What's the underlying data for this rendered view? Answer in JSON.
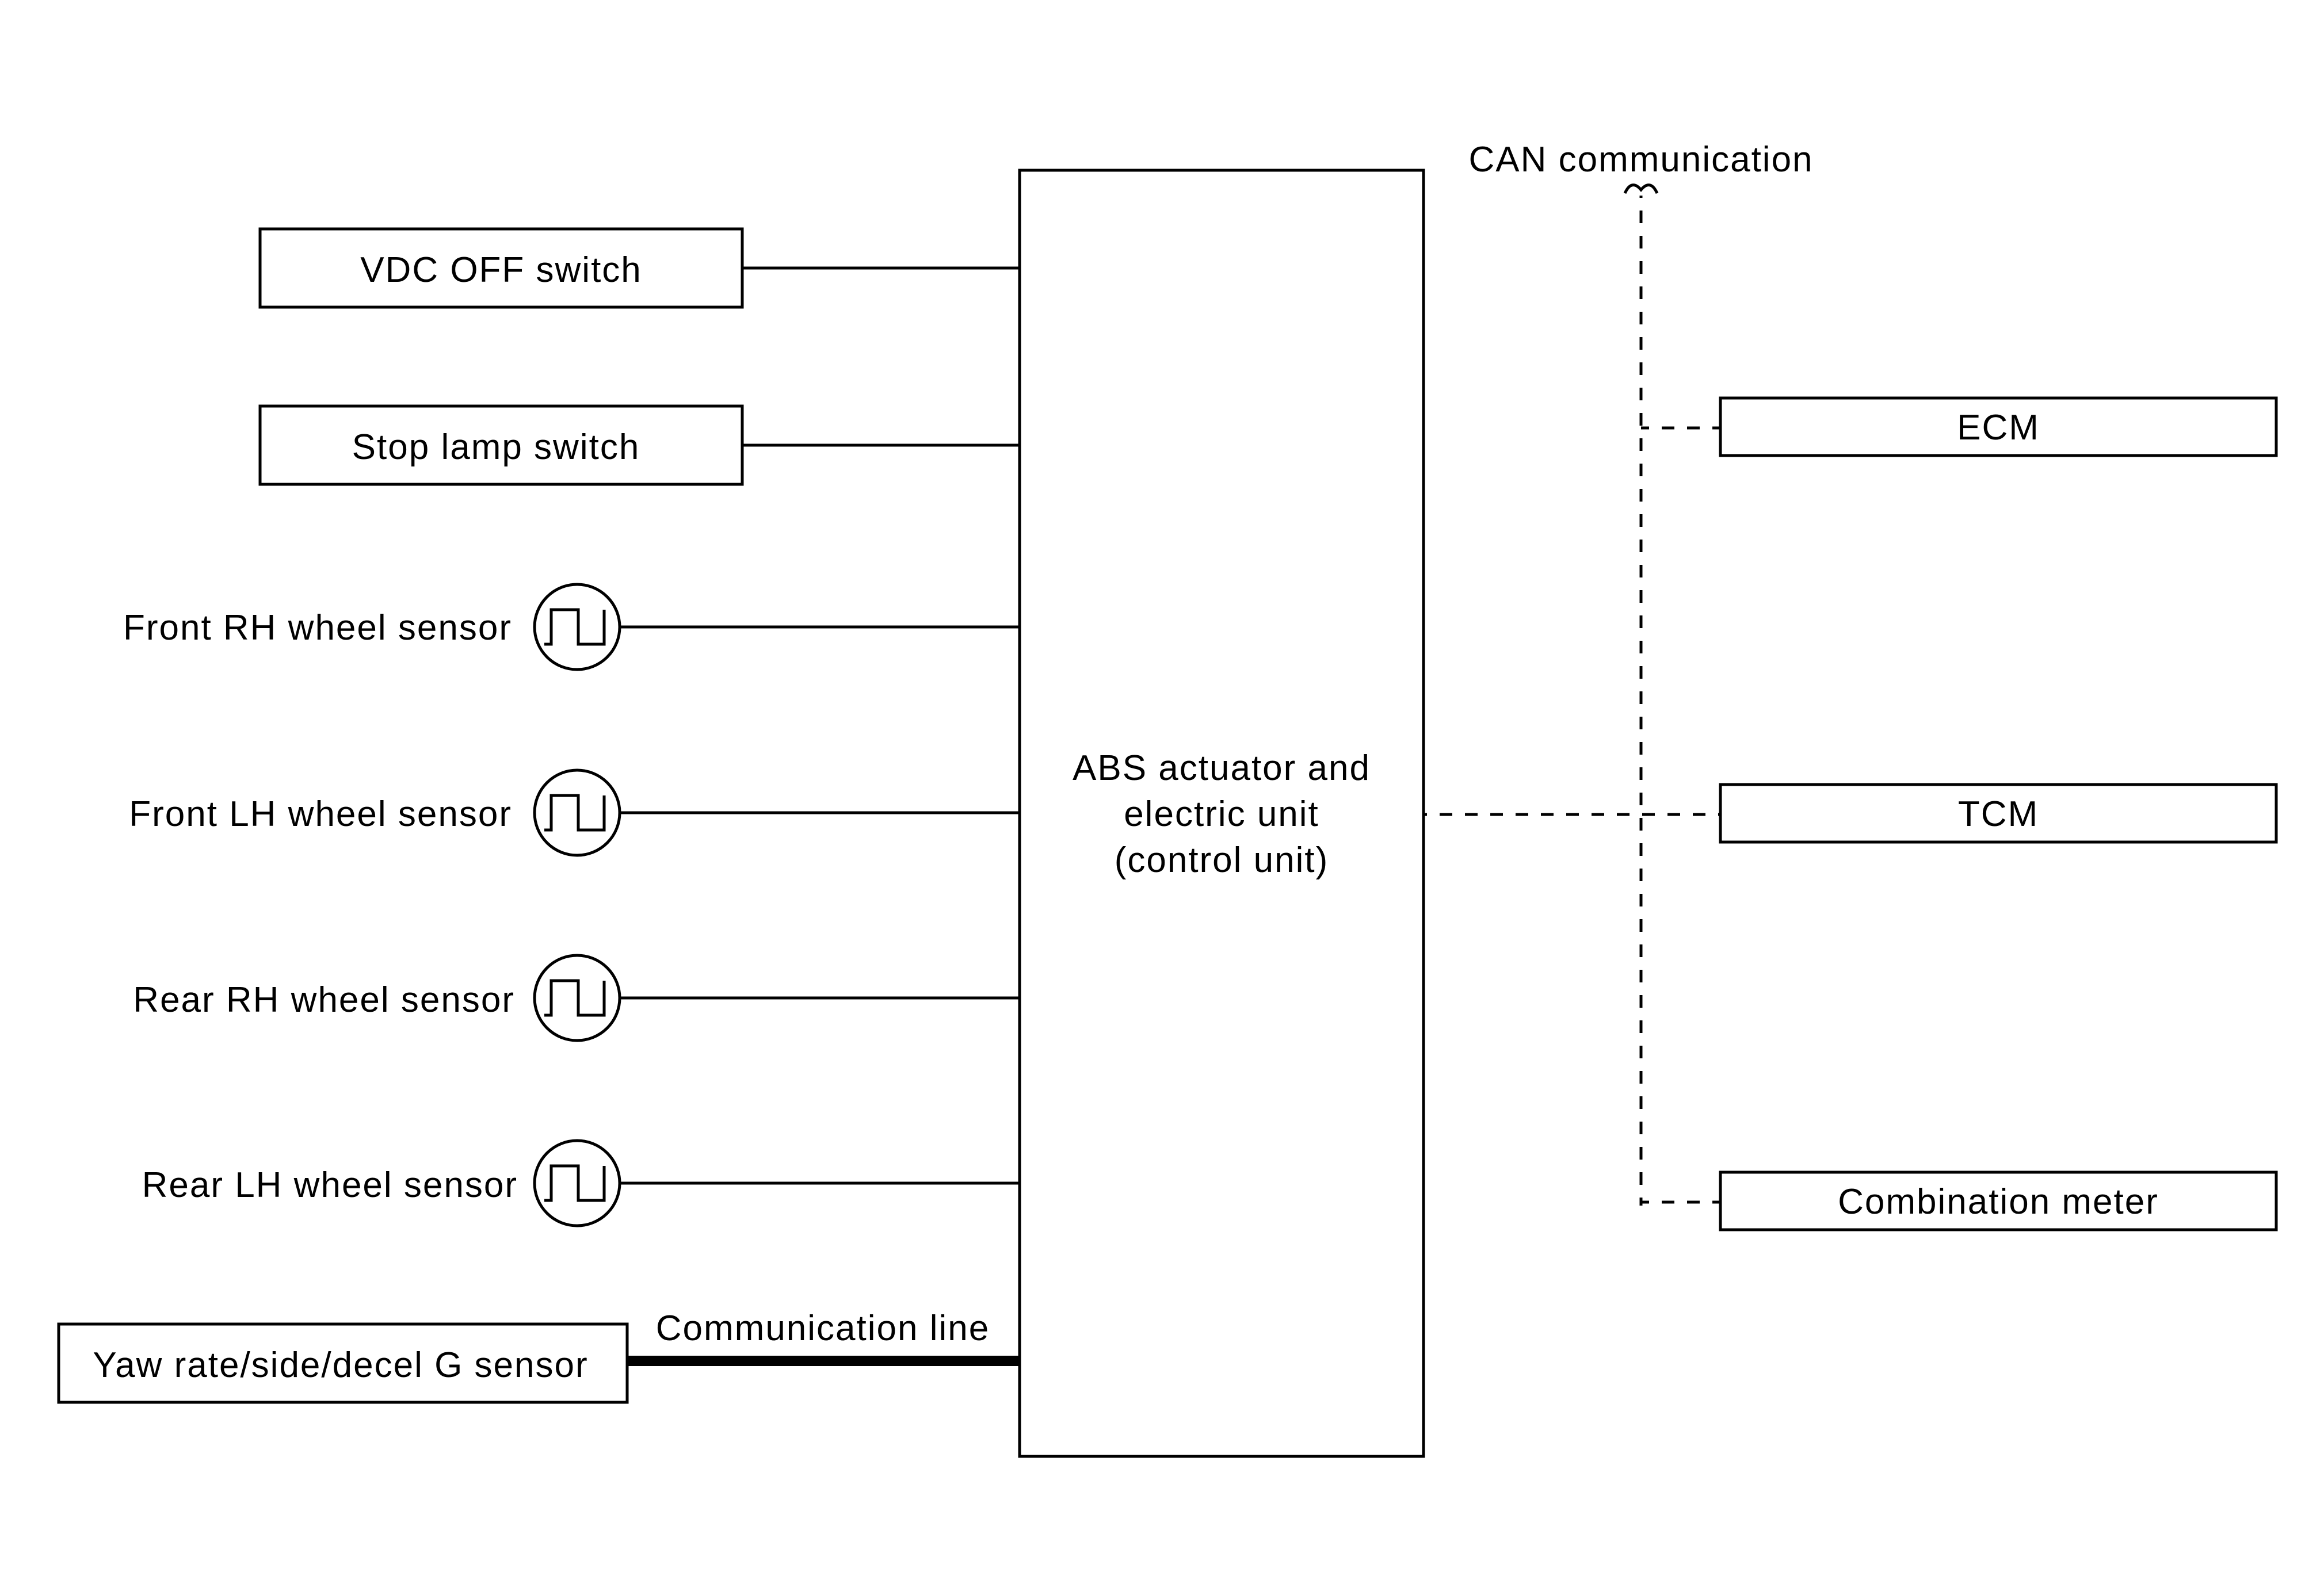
{
  "inputs": {
    "vdc_off_switch": "VDC OFF switch",
    "stop_lamp_switch": "Stop lamp switch",
    "front_rh_wheel_sensor": "Front RH wheel sensor",
    "front_lh_wheel_sensor": "Front LH wheel sensor",
    "rear_rh_wheel_sensor": "Rear RH wheel sensor",
    "rear_lh_wheel_sensor": "Rear LH wheel sensor",
    "yaw_rate_sensor": "Yaw rate/side/decel G sensor",
    "communication_line": "Communication line"
  },
  "control_unit": {
    "line1": "ABS actuator and",
    "line2": "electric unit",
    "line3": "(control unit)"
  },
  "can": {
    "title": "CAN communication",
    "ecm": "ECM",
    "tcm": "TCM",
    "combination_meter": "Combination meter"
  }
}
